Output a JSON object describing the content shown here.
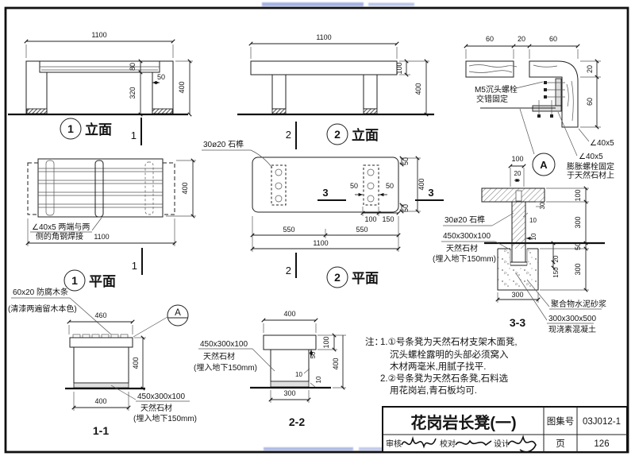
{
  "colors": {
    "ink": "#1f1f1f",
    "paper": "#ffffff",
    "watermark": "#4a63c8"
  },
  "elev1": {
    "num": "1",
    "caption": "立面",
    "cut": "1",
    "d1100": "1100",
    "d80": "80",
    "d50": "50",
    "d320": "320",
    "d400": "400"
  },
  "elev2": {
    "num": "2",
    "caption": "立面",
    "cut": "2",
    "d1100": "1100",
    "d100": "100",
    "d400": "400"
  },
  "detailA": {
    "bubble": "A",
    "d60a": "60",
    "d20": "20",
    "d60b": "60",
    "r20": "20",
    "r60": "60",
    "bolt1": "M5沉头螺栓",
    "bolt2": "交错固定",
    "angle1": "∠40x5",
    "angle2": "∠40x5",
    "exp1": "膨胀螺栓固定",
    "exp2": "于天然石材上"
  },
  "plan1": {
    "num": "1",
    "caption": "平面",
    "cut": "1",
    "d400": "400",
    "d1100": "1100",
    "weld1": "∠40x5 两端与两",
    "weld2": "侧的角钢焊接"
  },
  "plan2": {
    "num": "2",
    "caption": "平面",
    "cut_top": "2",
    "cut_bottom": "2",
    "cut3a": "3",
    "cut3b": "3",
    "dowel": "30ø20 石榫",
    "d50t": "50",
    "d400": "400",
    "d50b": "50",
    "d50l": "50",
    "d50r": "50",
    "d100": "100",
    "d150": "150",
    "d550a": "550",
    "d550b": "550",
    "d1100": "1100"
  },
  "sec33": {
    "caption": "3-3",
    "t100": "100",
    "t20": "20",
    "dowel": "30ø20 石榫",
    "stone1": "450x300x100",
    "stone2": "天然石材",
    "stone3": "(埋入地下150mm)",
    "s10a": "10",
    "s30": "30",
    "s10b": "10",
    "r100": "100",
    "r300a": "300",
    "r50": "50",
    "r20": "20",
    "r150": "150",
    "r300b": "300",
    "b300": "300",
    "mortar": "聚合物水泥砂浆",
    "conc1": "300x300x500",
    "conc2": "现浇素混凝土"
  },
  "sec11": {
    "caption": "1-1",
    "bubble": "A",
    "wood1": "60x20 防腐木条",
    "wood2": "(清漆两遍留木本色)",
    "d460": "460",
    "d400r": "400",
    "d400b": "400",
    "stone1": "450x300x100",
    "stone2": "天然石材",
    "stone3": "(埋入地下150mm)"
  },
  "sec22": {
    "caption": "2-2",
    "d400t": "400",
    "r100": "100",
    "r400": "400",
    "d50": "50",
    "d10a": "10",
    "d10b": "10",
    "d300": "300",
    "stone1": "450x300x100",
    "stone2": "天然石材",
    "stone3": "(埋入地下150mm)"
  },
  "notes": {
    "prefix": "注：",
    "l1": "1.①号条凳为天然石材支架木面凳,",
    "l2": "沉头螺栓露明的头部必须窝入",
    "l3": "木材两毫米,用腻子找平.",
    "l4": "2.②号条凳为天然石条凳,石料选",
    "l5": "用花岗岩,青石板均可."
  },
  "titleblock": {
    "title": "花岗岩长凳(一)",
    "atlas_label": "图集号",
    "atlas_no": "03J012-1",
    "page_label": "页",
    "page_no": "126",
    "review_label": "审核",
    "proof_label": "校对",
    "design_label": "设计"
  }
}
